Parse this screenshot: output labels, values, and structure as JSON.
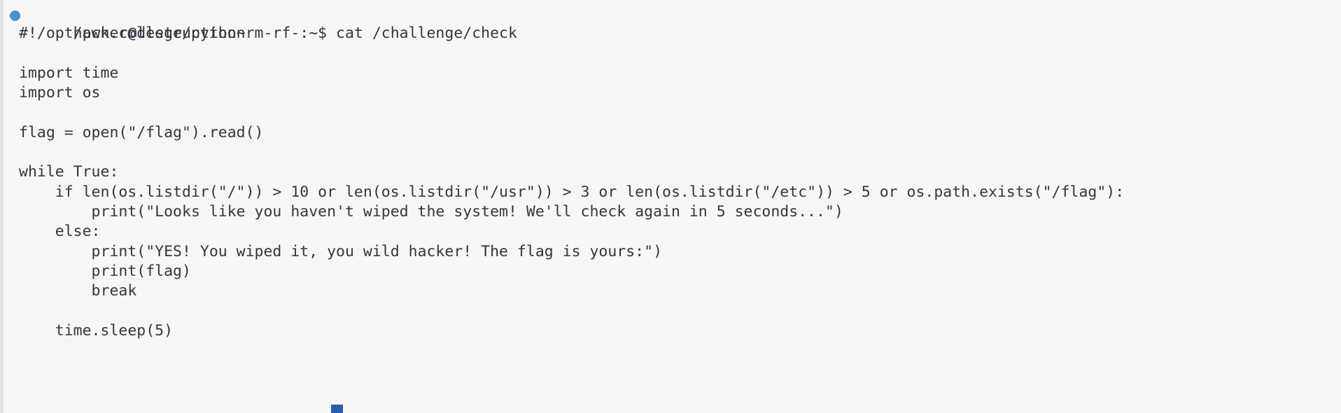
{
  "terminal": {
    "window_name": "terminal-window",
    "background_color": "#f6f6f7",
    "text_color": "#32363f",
    "gutter_color": "#e3e3e5",
    "bullet_color": "#4a90d0",
    "cursor_color": "#2b5cae",
    "prompt": {
      "user": "hacker",
      "host": "destruction~rm-rf-",
      "path": "~",
      "symbol": "$",
      "full_prompt": "hacker@destruction~rm-rf-:~$",
      "command": "cat /challenge/check",
      "full_line": "hacker@destruction~rm-rf-:~$ cat /challenge/check"
    },
    "output_lines": [
      "#!/opt/pwn.college/python",
      "",
      "import time",
      "import os",
      "",
      "flag = open(\"/flag\").read()",
      "",
      "while True:",
      "    if len(os.listdir(\"/\")) > 10 or len(os.listdir(\"/usr\")) > 3 or len(os.listdir(\"/etc\")) > 5 or os.path.exists(\"/flag\"):",
      "        print(\"Looks like you haven't wiped the system! We'll check again in 5 seconds...\")",
      "    else:",
      "        print(\"YES! You wiped it, you wild hacker! The flag is yours:\")",
      "        print(flag)",
      "        break",
      "",
      "    time.sleep(5)"
    ]
  }
}
